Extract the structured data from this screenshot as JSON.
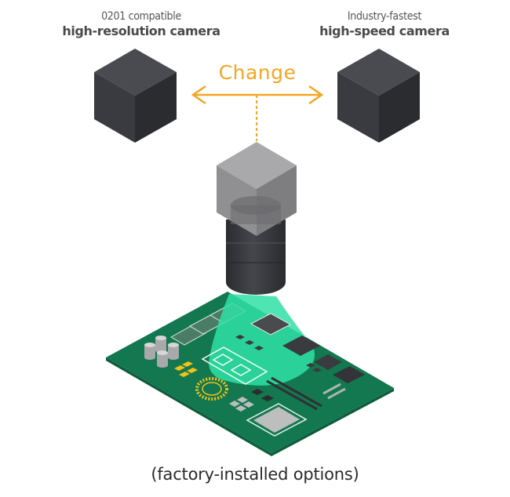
{
  "labels": {
    "left_camera": {
      "subtitle": "0201 compatible",
      "title": "high-resolution camera"
    },
    "right_camera": {
      "subtitle": "Industry-fastest",
      "title": "high-speed camera"
    },
    "change": "Change",
    "caption": "(factory-installed options)"
  },
  "colors": {
    "accent_orange": "#f5a623",
    "board_green": "#13774f",
    "light_cone": "#2fe0a6",
    "camera_dark": "#3d3e44",
    "camera_gray": "#8a8a8a",
    "solder_yellow": "#f2c21a"
  }
}
